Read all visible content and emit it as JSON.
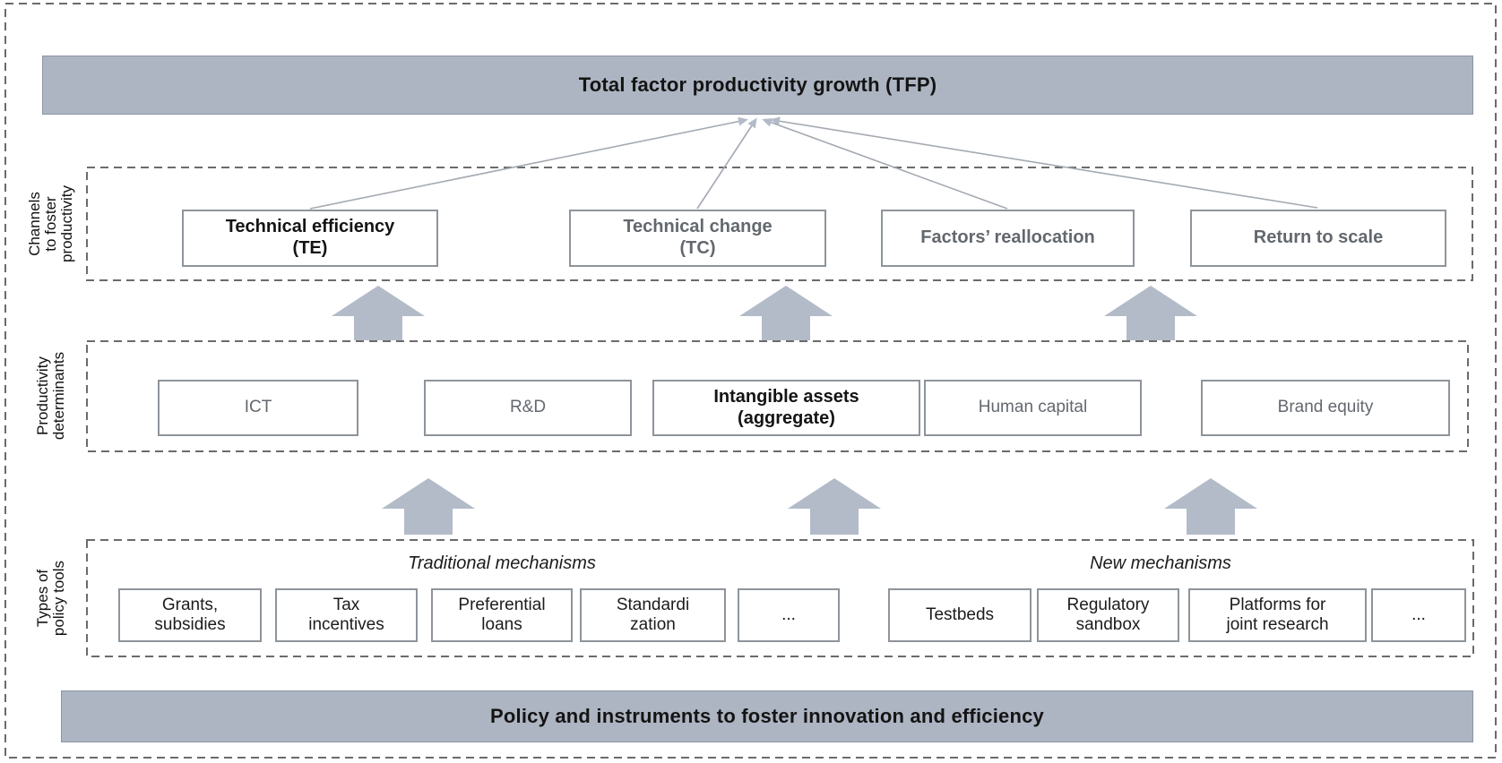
{
  "top_bar": {
    "label": "Total factor productivity growth (TFP)"
  },
  "bottom_bar": {
    "label": "Policy and instruments to foster innovation and efficiency"
  },
  "side_labels": {
    "channels": "Channels\nto foster\nproductivity",
    "determinants": "Productivity\ndeterminants",
    "policy": "Types of\npolicy tools"
  },
  "channels": {
    "boxes": [
      {
        "label": "Technical efficiency\n(TE)"
      },
      {
        "label": "Technical change\n(TC)"
      },
      {
        "label": "Factors’ reallocation"
      },
      {
        "label": "Return to scale"
      }
    ]
  },
  "determinants": {
    "boxes": [
      {
        "label": "ICT"
      },
      {
        "label": "R&D"
      },
      {
        "label": "Intangible assets\n(aggregate)"
      },
      {
        "label": "Human capital"
      },
      {
        "label": "Brand equity"
      }
    ]
  },
  "policy": {
    "group_traditional": "Traditional mechanisms",
    "group_new": "New mechanisms",
    "traditional_boxes": [
      {
        "label": "Grants,\nsubsidies"
      },
      {
        "label": "Tax\nincentives"
      },
      {
        "label": "Preferential\nloans"
      },
      {
        "label": "Standardi\nzation"
      },
      {
        "label": "..."
      }
    ],
    "new_boxes": [
      {
        "label": "Testbeds"
      },
      {
        "label": "Regulatory\nsandbox"
      },
      {
        "label": "Platforms for\njoint research"
      },
      {
        "label": "..."
      }
    ]
  },
  "icons": {
    "up_arrow": "block-up-arrow",
    "connector": "thin-arrow-to-tfp"
  },
  "colors": {
    "bar_fill": "#adb4c2",
    "bar_border": "#8d95a5",
    "arrow_fill": "#b3bbc9",
    "line_color": "#a4aab2",
    "dash_color": "#6b6b6b",
    "box_border": "#8e949b",
    "gray_text": "#63686e",
    "black_text": "#141414"
  }
}
